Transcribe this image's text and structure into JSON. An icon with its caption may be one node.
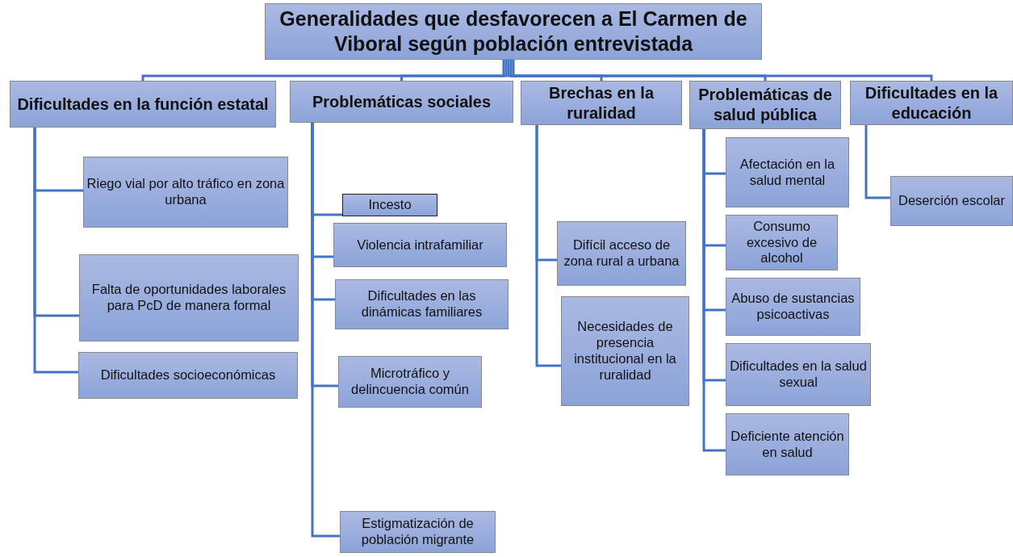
{
  "diagram": {
    "nodes": [
      {
        "text": [
          "Generalidades que desfavorecen  a El Carmen de Viboral según población entrevistada"
        ]
      },
      {
        "text": [
          "Dificultades en la función estatal"
        ]
      },
      {
        "text": [
          "Problemáticas sociales"
        ]
      },
      {
        "text": [
          "Brechas en la ruralidad"
        ]
      },
      {
        "text": [
          "Problemáticas de  salud pública"
        ]
      },
      {
        "text": [
          "Dificultades en la educación"
        ]
      },
      {
        "text": [
          "Riego vial por alto tráfico en zona urbana"
        ]
      },
      {
        "text": [
          "Falta de oportunidades laborales para PcD de manera formal"
        ]
      },
      {
        "text": [
          "Dificultades socioeconómicas"
        ]
      },
      {
        "text": [
          "Incesto"
        ]
      },
      {
        "text": [
          "Violencia intrafamiliar"
        ]
      },
      {
        "text": [
          "Dificultades en las dinámicas familiares"
        ]
      },
      {
        "text": [
          "Microtráfico y delincuencia común"
        ]
      },
      {
        "text": [
          "Estigmatización de población migrante"
        ]
      },
      {
        "text": [
          "Difícil acceso de zona rural a urbana"
        ]
      },
      {
        "text": [
          "Necesidades de presencia institucional en la ruralidad"
        ]
      },
      {
        "text": [
          "Afectación en la salud mental"
        ]
      },
      {
        "text": [
          "Consumo excesivo de alcohol"
        ]
      },
      {
        "text": [
          "Abuso de sustancias psicoactivas"
        ]
      },
      {
        "text": [
          "Dificultades en la salud sexual"
        ]
      },
      {
        "text": [
          "Deficiente atención en salud"
        ]
      },
      {
        "text": [
          "Deserción escolar"
        ]
      }
    ],
    "edges": [
      {
        "from": 0,
        "to": 1,
        "arrow": "none"
      },
      {
        "from": 0,
        "to": 2,
        "arrow": "none"
      },
      {
        "from": 0,
        "to": 3,
        "arrow": "none"
      },
      {
        "from": 0,
        "to": 4,
        "arrow": "none"
      },
      {
        "from": 0,
        "to": 5,
        "arrow": "none"
      },
      {
        "from": 1,
        "to": 6,
        "arrow": "none"
      },
      {
        "from": 1,
        "to": 7,
        "arrow": "none"
      },
      {
        "from": 1,
        "to": 8,
        "arrow": "none"
      },
      {
        "from": 2,
        "to": 9,
        "arrow": "none"
      },
      {
        "from": 2,
        "to": 10,
        "arrow": "none"
      },
      {
        "from": 2,
        "to": 11,
        "arrow": "none"
      },
      {
        "from": 2,
        "to": 12,
        "arrow": "none"
      },
      {
        "from": 2,
        "to": 13,
        "arrow": "none"
      },
      {
        "from": 3,
        "to": 14,
        "arrow": "none"
      },
      {
        "from": 3,
        "to": 15,
        "arrow": "none"
      },
      {
        "from": 4,
        "to": 16,
        "arrow": "none"
      },
      {
        "from": 4,
        "to": 17,
        "arrow": "none"
      },
      {
        "from": 4,
        "to": 18,
        "arrow": "none"
      },
      {
        "from": 4,
        "to": 19,
        "arrow": "none"
      },
      {
        "from": 4,
        "to": 20,
        "arrow": "none"
      },
      {
        "from": 5,
        "to": 21,
        "arrow": "none"
      }
    ]
  }
}
